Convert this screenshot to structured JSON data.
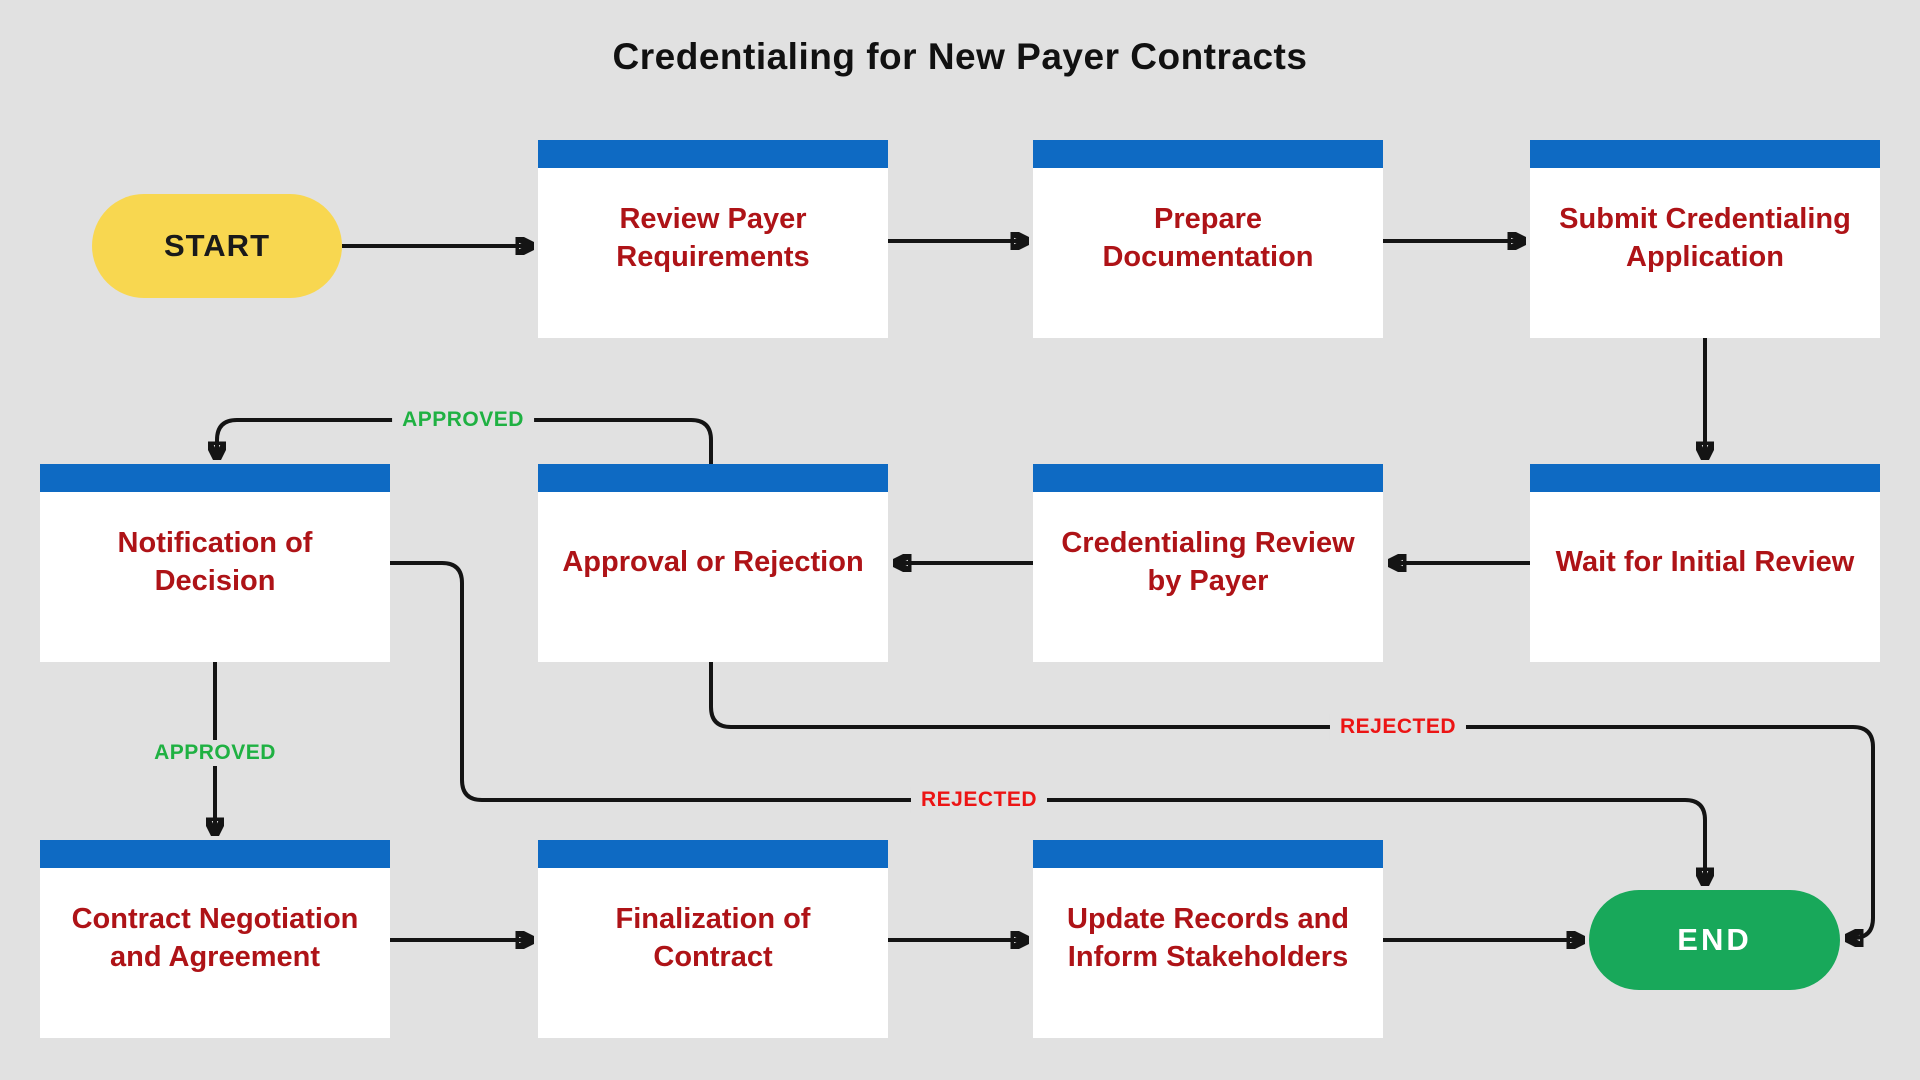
{
  "title": "Credentialing for New Payer Contracts",
  "terminators": {
    "start_label": "START",
    "end_label": "END"
  },
  "nodes": [
    {
      "id": "review_payer_requirements",
      "label": "Review Payer Requirements"
    },
    {
      "id": "prepare_documentation",
      "label": "Prepare Documentation"
    },
    {
      "id": "submit_credentialing_application",
      "label": "Submit Credentialing Application"
    },
    {
      "id": "wait_for_initial_review",
      "label": "Wait for Initial Review"
    },
    {
      "id": "credentialing_review_by_payer",
      "label": "Credentialing Review by Payer"
    },
    {
      "id": "approval_or_rejection",
      "label": "Approval or Rejection"
    },
    {
      "id": "notification_of_decision",
      "label": "Notification of Decision"
    },
    {
      "id": "contract_negotiation_and_agreement",
      "label": "Contract Negotiation and Agreement"
    },
    {
      "id": "finalization_of_contract",
      "label": "Finalization of Contract"
    },
    {
      "id": "update_records_and_inform_stakeholders",
      "label": "Update Records and Inform Stakeholders"
    }
  ],
  "edges": [
    {
      "from": "start",
      "to": "review_payer_requirements",
      "label": ""
    },
    {
      "from": "review_payer_requirements",
      "to": "prepare_documentation",
      "label": ""
    },
    {
      "from": "prepare_documentation",
      "to": "submit_credentialing_application",
      "label": ""
    },
    {
      "from": "submit_credentialing_application",
      "to": "wait_for_initial_review",
      "label": ""
    },
    {
      "from": "wait_for_initial_review",
      "to": "credentialing_review_by_payer",
      "label": ""
    },
    {
      "from": "credentialing_review_by_payer",
      "to": "approval_or_rejection",
      "label": ""
    },
    {
      "from": "approval_or_rejection",
      "to": "notification_of_decision",
      "label": "APPROVED"
    },
    {
      "from": "notification_of_decision",
      "to": "contract_negotiation_and_agreement",
      "label": "APPROVED"
    },
    {
      "from": "approval_or_rejection",
      "to": "end",
      "label": "REJECTED"
    },
    {
      "from": "notification_of_decision",
      "to": "end",
      "label": "REJECTED"
    },
    {
      "from": "contract_negotiation_and_agreement",
      "to": "finalization_of_contract",
      "label": ""
    },
    {
      "from": "finalization_of_contract",
      "to": "update_records_and_inform_stakeholders",
      "label": ""
    },
    {
      "from": "update_records_and_inform_stakeholders",
      "to": "end",
      "label": ""
    }
  ],
  "colors": {
    "background": "#e1e1e1",
    "node_header_blue": "#0e6ac3",
    "node_body": "#ffffff",
    "node_text_red": "#ae1317",
    "arrow_black": "#141414",
    "approved_green": "#1fb142",
    "rejected_red": "#ec1414",
    "start_yellow": "#f8d750",
    "end_green": "#18a85a"
  }
}
